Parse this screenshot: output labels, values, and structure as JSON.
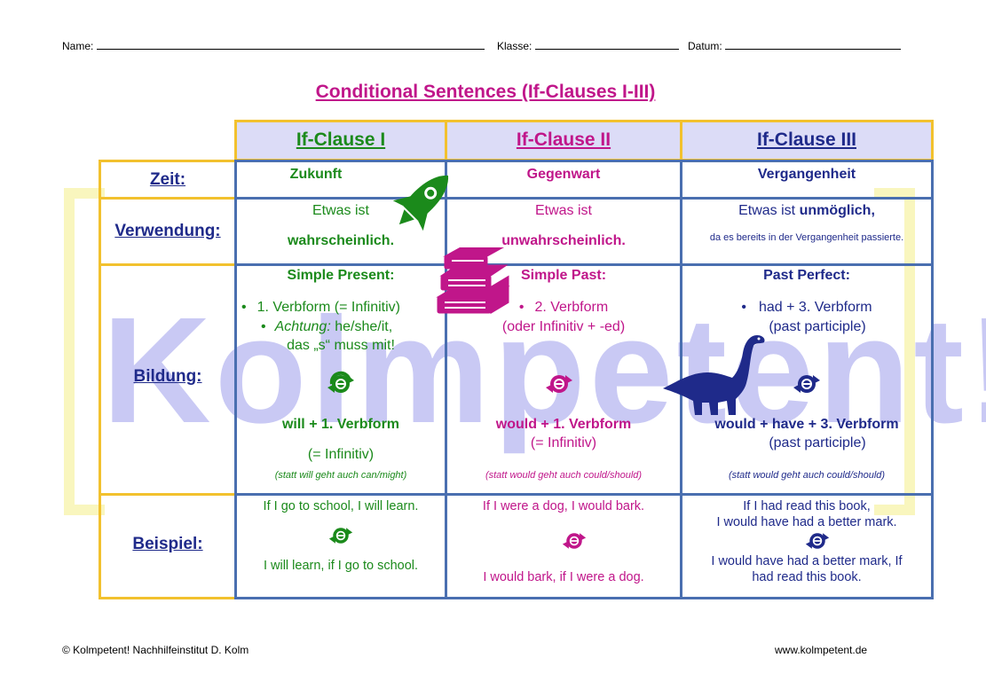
{
  "header": {
    "name_label": "Name:",
    "class_label": "Klasse:",
    "date_label": "Datum:"
  },
  "title": "Conditional Sentences (If-Clauses I-III)",
  "watermark": {
    "text": "Kolmpetent!"
  },
  "columns": {
    "c1": "If-Clause I",
    "c2": "If-Clause II",
    "c3": "If-Clause III"
  },
  "rows": {
    "zeit": "Zeit:",
    "verwendung": "Verwendung:",
    "bildung": "Bildung:",
    "beispiel": "Beispiel:"
  },
  "zeit": {
    "c1": "Zukunft",
    "c2": "Gegenwart",
    "c3": "Vergangenheit"
  },
  "verwendung": {
    "c1_line1": "Etwas ist",
    "c1_line2": "wahrscheinlich.",
    "c2_line1": "Etwas ist",
    "c2_line2": "unwahrscheinlich.",
    "c3_line1a": "Etwas ist ",
    "c3_line1b": "unmöglich,",
    "c3_line2": "da es bereits in der Vergangenheit passierte."
  },
  "bildung": {
    "c1_heading": "Simple Present:",
    "c1_b1": "1. Verbform (= Infinitiv)",
    "c1_b2a": "Achtung:",
    "c1_b2b": " he/she/it,",
    "c1_b2c": "das „s“ muss mit!",
    "c1_main": "will + 1. Verbform",
    "c1_sub": "(= Infinitiv)",
    "c1_note": "(statt will geht auch can/might)",
    "c2_heading": "Simple Past:",
    "c2_b1": "2. Verbform",
    "c2_b1b": "(oder Infinitiv + -ed)",
    "c2_main": "would + 1. Verbform",
    "c2_sub": "(= Infinitiv)",
    "c2_note": "(statt would geht auch could/should)",
    "c3_heading": "Past Perfect:",
    "c3_b1": "had + 3. Verbform",
    "c3_b1b": "(past participle)",
    "c3_main": "would + have + 3. Verbform",
    "c3_sub": "(past participle)",
    "c3_note": "(statt would geht auch could/should)"
  },
  "beispiel": {
    "c1_a": "If I go to school, I will learn.",
    "c1_b": "I will learn, if I go to school.",
    "c2_a": "If I were a dog, I would bark.",
    "c2_b": "I would bark, if I were a dog.",
    "c3_a1": "If I had read this book,",
    "c3_a2": "I would have had a better mark.",
    "c3_b1": "I would have had a better mark, If",
    "c3_b2": "had read this book."
  },
  "footer": {
    "left": "© Kolmpetent! Nachhilfeinstitut D. Kolm",
    "right": "www.kolmpetent.de"
  },
  "colors": {
    "green": "#1b8a1b",
    "pink": "#c0168a",
    "navy": "#1f2a8a",
    "blue_border": "#4a6fb0",
    "yellow_border": "#f2c12e",
    "header_fill": "#dcdcf7"
  },
  "icons": [
    "rocket-icon",
    "books-icon",
    "dinosaur-icon",
    "swap-arrows-icon"
  ]
}
